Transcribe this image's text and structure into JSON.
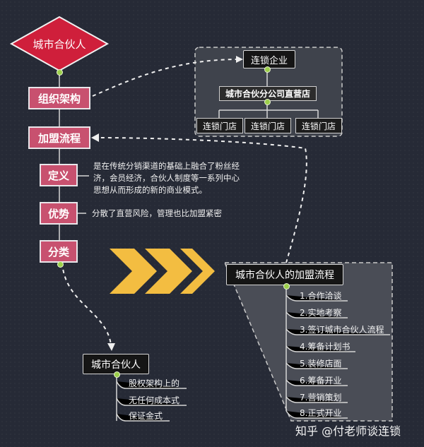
{
  "root": "城市合伙人",
  "nodes": {
    "org": "组织架构",
    "process": "加盟流程",
    "definition": "定义",
    "advantage": "优势",
    "category": "分类"
  },
  "definition_text": [
    "是在传统分销渠道的基础上融合了粉丝经",
    "济，会员经济，合伙人制度等一系列中心",
    "思想从而形成的新的商业模式。"
  ],
  "advantage_text": "分散了直营风险，管理也比加盟紧密",
  "org_chart": {
    "top": "连锁企业",
    "middle": "城市合伙分公司直营店",
    "stores": [
      "连锁门店",
      "连锁门店",
      "连锁门店"
    ]
  },
  "category_box": {
    "title": "城市合伙人",
    "items": [
      "股权架构上的",
      "无任何成本式",
      "保证金式"
    ]
  },
  "process_box": {
    "title": "城市合伙人的加盟流程",
    "steps": [
      "1.合作洽谈",
      "2.实地考察",
      "3.签订城市合伙人流程",
      "4.筹备计划书",
      "5.装修店面",
      "6.筹备开业",
      "7.营销策划",
      "8.正式开业"
    ]
  },
  "watermark": "知乎 @付老师谈连锁",
  "colors": {
    "background": "#262a36",
    "node_pink": "#c8516f",
    "root_red": "#cf1f3b",
    "arrow_yellow": "#f3bd41",
    "dot_green": "#9ccf4a"
  }
}
